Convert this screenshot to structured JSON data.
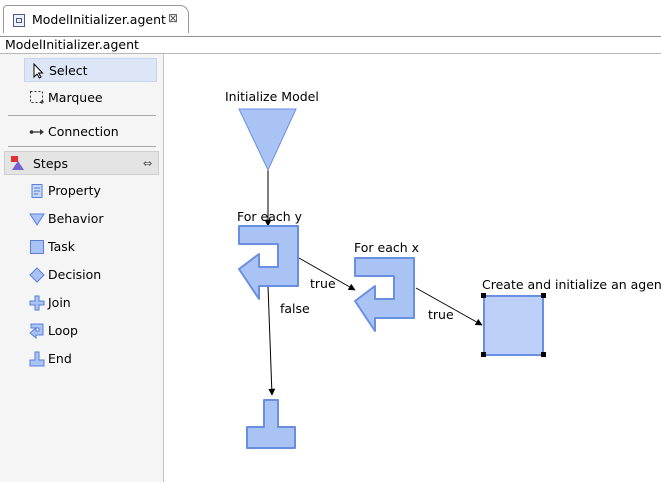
{
  "editor": {
    "tab_title": "ModelInitializer.agent",
    "path_label": "ModelInitializer.agent",
    "close_glyph": "⊠"
  },
  "palette": {
    "tools": [
      {
        "label": "Select",
        "icon": "arrow-cursor-icon",
        "selected": true
      },
      {
        "label": "Marquee",
        "icon": "marquee-icon",
        "selected": false
      },
      {
        "label": "Connection",
        "icon": "connection-icon",
        "selected": false
      }
    ],
    "drawer": {
      "label": "Steps",
      "icon": "steps-icon",
      "pin_glyph": "⇔"
    },
    "steps": [
      {
        "label": "Property",
        "icon": "property-icon"
      },
      {
        "label": "Behavior",
        "icon": "behavior-icon"
      },
      {
        "label": "Task",
        "icon": "task-icon"
      },
      {
        "label": "Decision",
        "icon": "decision-icon"
      },
      {
        "label": "Join",
        "icon": "join-icon"
      },
      {
        "label": "Loop",
        "icon": "loop-icon"
      },
      {
        "label": "End",
        "icon": "end-icon"
      }
    ]
  },
  "diagram": {
    "nodes": {
      "initialize": {
        "label": "Initialize Model",
        "type": "behavior"
      },
      "for_each_y": {
        "label": "For each y",
        "type": "loop"
      },
      "for_each_x": {
        "label": "For each x",
        "type": "loop"
      },
      "create_agent": {
        "label": "Create and initialize an agent",
        "type": "task",
        "selected": true
      },
      "end": {
        "label": "",
        "type": "end"
      }
    },
    "edges": [
      {
        "from": "initialize",
        "to": "for_each_y",
        "label": ""
      },
      {
        "from": "for_each_y",
        "to": "for_each_x",
        "label": "true"
      },
      {
        "from": "for_each_y",
        "to": "end",
        "label": "false"
      },
      {
        "from": "for_each_x",
        "to": "create_agent",
        "label": "true"
      }
    ]
  },
  "colors": {
    "node_fill": "#a9c3f5",
    "node_stroke": "#6a8fe0",
    "selection_handle": "#000000"
  }
}
